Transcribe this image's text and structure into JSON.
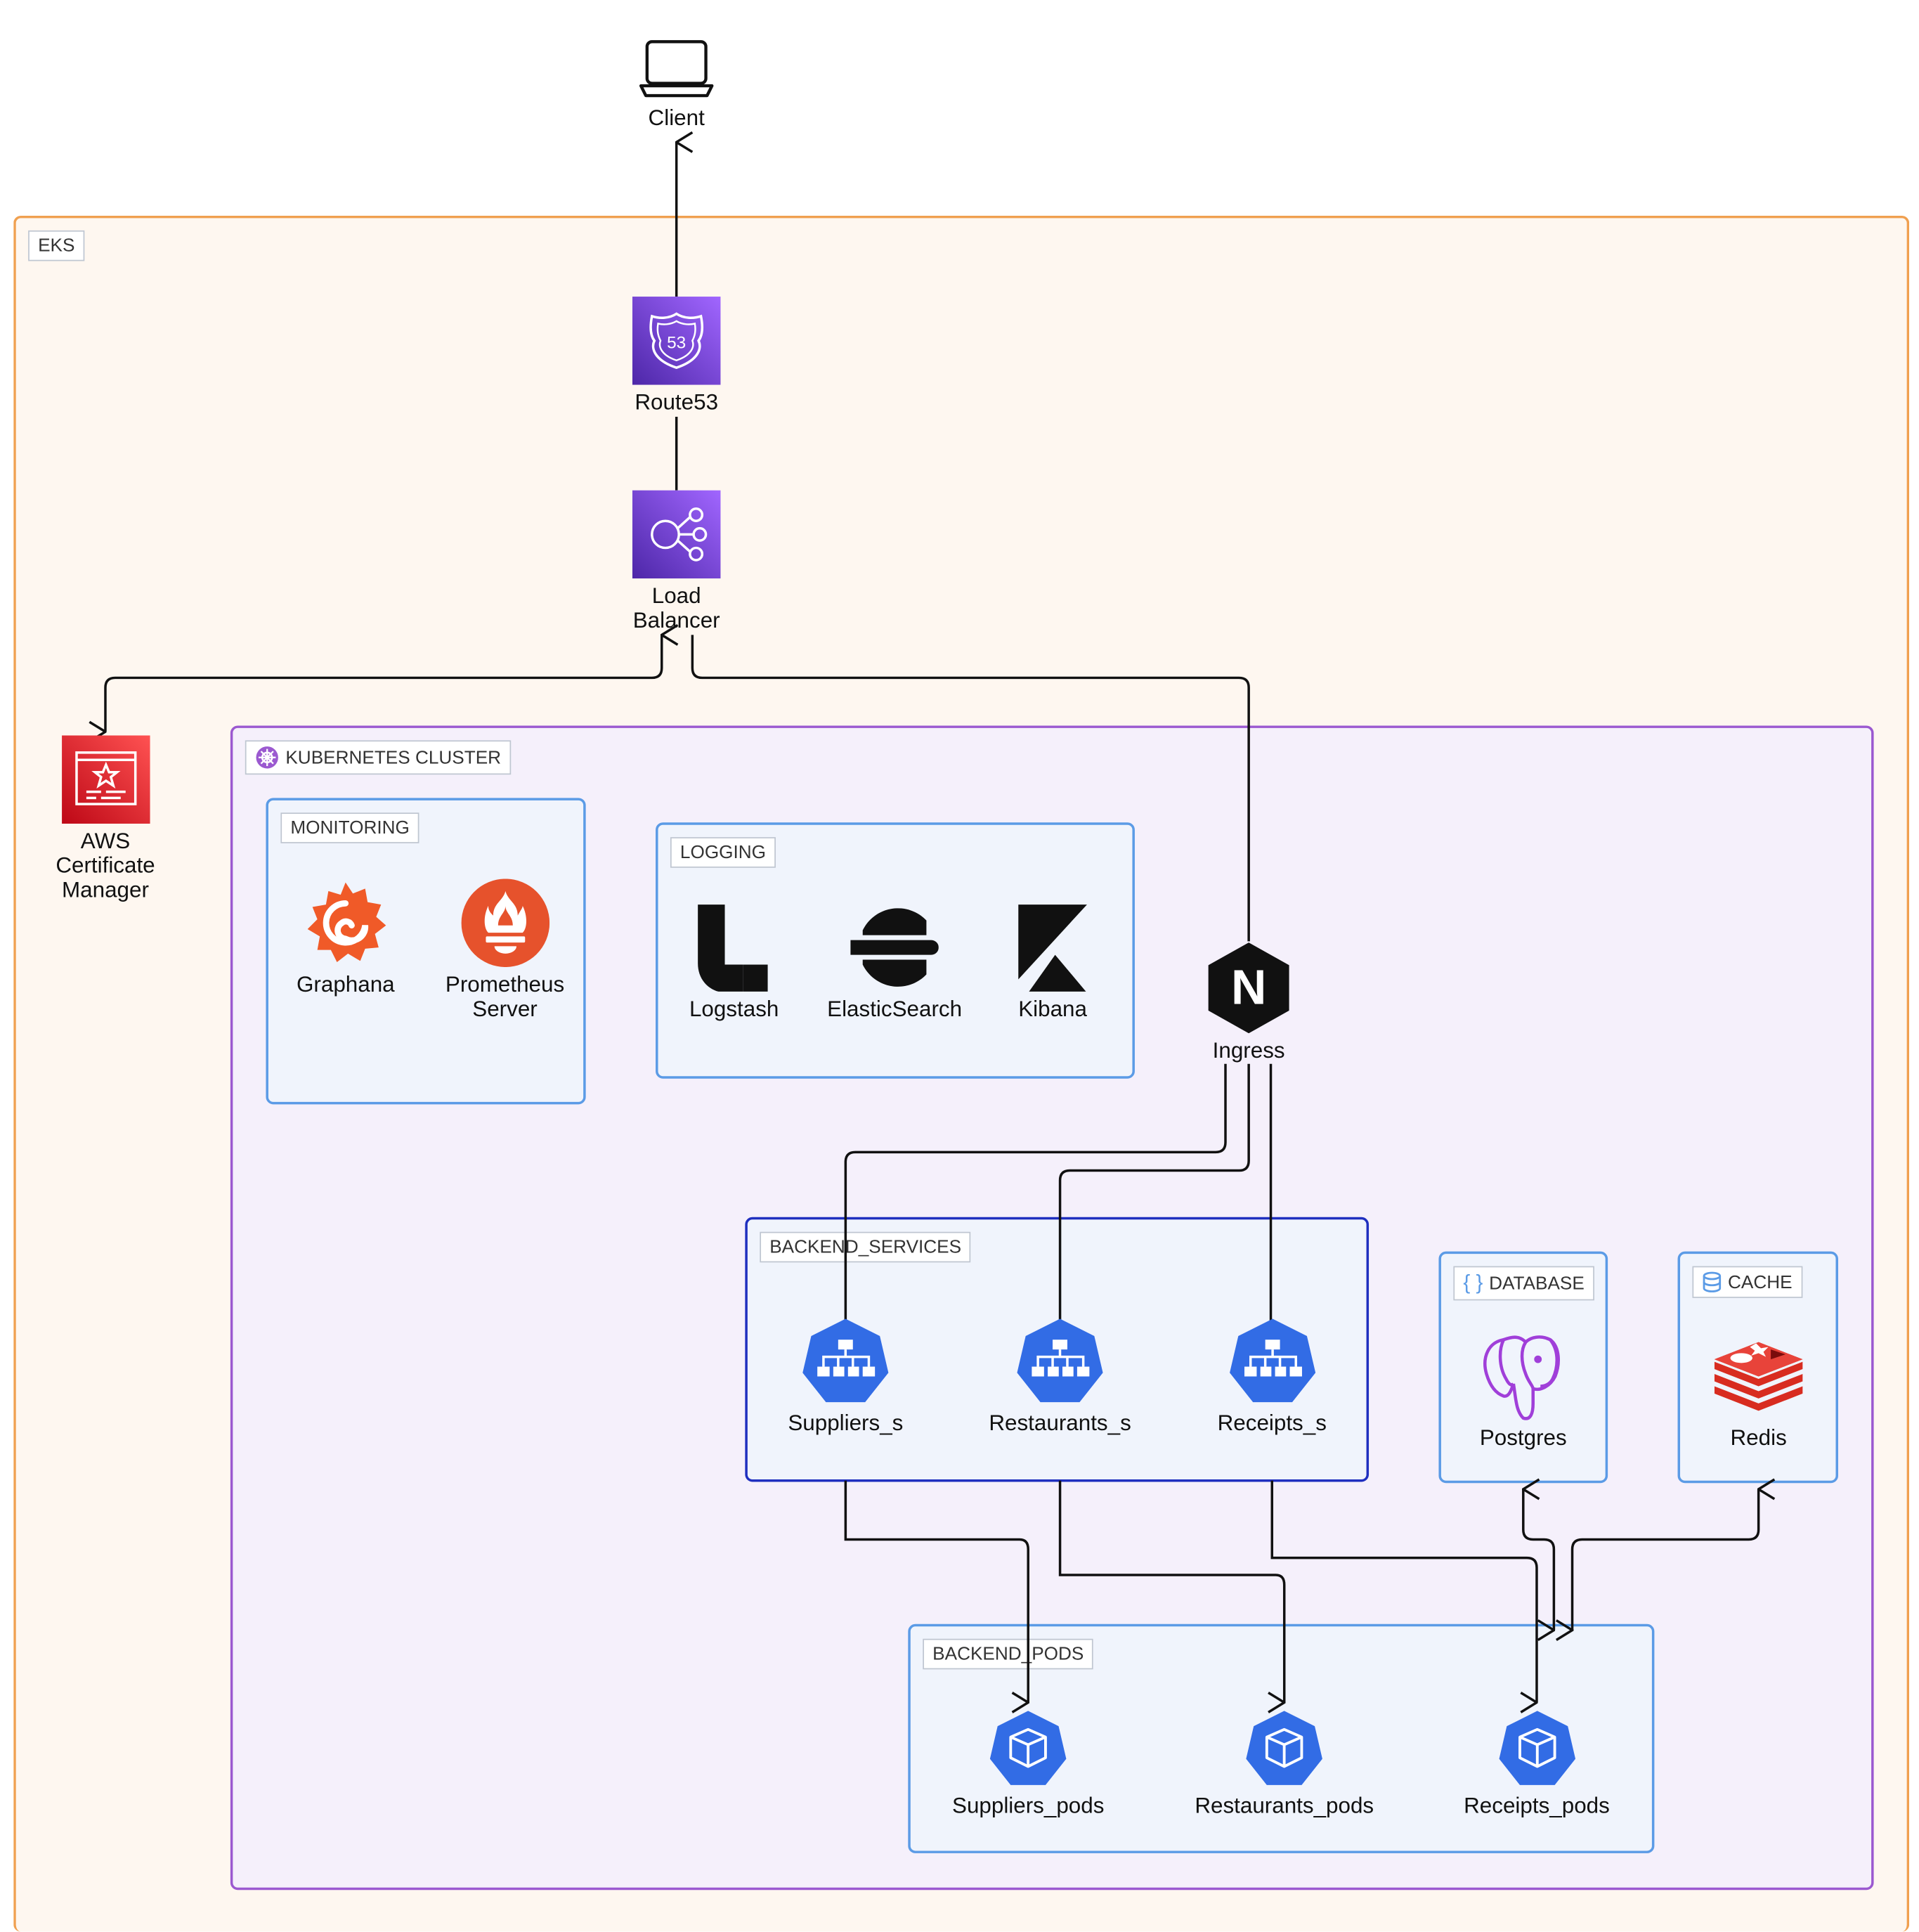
{
  "colors": {
    "eks_border": "#f0a050",
    "eks_fill": "#fef7f0",
    "cluster_border": "#9b59d0",
    "cluster_fill": "#f5f0fb",
    "box_border": "#5b9be6",
    "box_fill": "#f0f4fc",
    "services_border": "#1f2fbf",
    "aws_purple": "#7b3ed6",
    "aws_red": "#d7263d",
    "k8s_blue": "#326ce5",
    "grafana_orange": "#f46800",
    "prometheus_orange": "#e6522c",
    "redis_red": "#d82c20",
    "postgres_purple": "#a03fd9"
  },
  "nodes": {
    "client": {
      "label": "Client",
      "icon": "laptop-icon"
    },
    "route53": {
      "label": "Route53",
      "icon": "route53-icon"
    },
    "load_balancer": {
      "label": "Load\nBalancer",
      "icon": "load-balancer-icon"
    },
    "acm": {
      "label": "AWS\nCertificate\nManager",
      "icon": "certificate-icon"
    },
    "ingress": {
      "label": "Ingress",
      "icon": "nginx-icon"
    },
    "grafana": {
      "label": "Graphana",
      "icon": "grafana-icon"
    },
    "prometheus": {
      "label": "Prometheus\nServer",
      "icon": "prometheus-icon"
    },
    "logstash": {
      "label": "Logstash",
      "icon": "logstash-icon"
    },
    "elasticsearch": {
      "label": "ElasticSearch",
      "icon": "elasticsearch-icon"
    },
    "kibana": {
      "label": "Kibana",
      "icon": "kibana-icon"
    },
    "suppliers_s": {
      "label": "Suppliers_s",
      "icon": "k8s-service-icon"
    },
    "restaurants_s": {
      "label": "Restaurants_s",
      "icon": "k8s-service-icon"
    },
    "receipts_s": {
      "label": "Receipts_s",
      "icon": "k8s-service-icon"
    },
    "postgres": {
      "label": "Postgres",
      "icon": "postgres-icon"
    },
    "redis": {
      "label": "Redis",
      "icon": "redis-icon"
    },
    "suppliers_pods": {
      "label": "Suppliers_pods",
      "icon": "k8s-pod-icon"
    },
    "restaurants_pods": {
      "label": "Restaurants_pods",
      "icon": "k8s-pod-icon"
    },
    "receipts_pods": {
      "label": "Receipts_pods",
      "icon": "k8s-pod-icon"
    }
  },
  "groups": {
    "eks": "EKS",
    "cluster": "KUBERNETES CLUSTER",
    "monitoring": "MONITORING",
    "logging": "LOGGING",
    "backend_services": "BACKEND_SERVICES",
    "database": "DATABASE",
    "cache": "CACHE",
    "backend_pods": "BACKEND_PODS"
  },
  "icon_glyphs": {
    "route53_number": "53",
    "nginx_letter": "N"
  }
}
